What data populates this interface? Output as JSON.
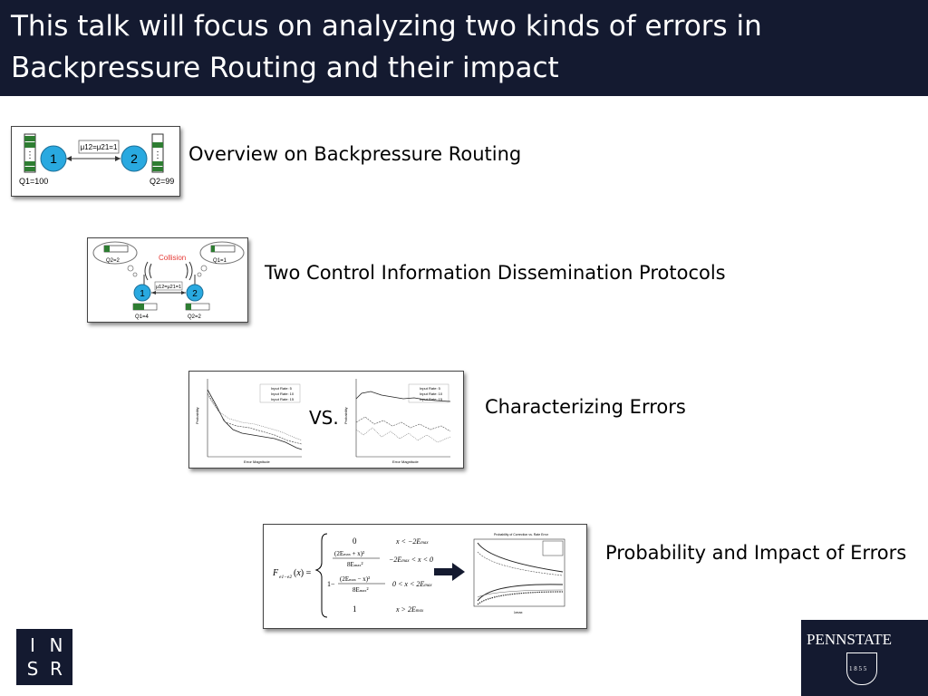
{
  "slide": {
    "title": "This talk will focus on analyzing two kinds of errors in Backpressure Routing and their impact",
    "items": [
      {
        "label": "Overview on Backpressure Routing"
      },
      {
        "label": "Two Control Information Dissemination Protocols"
      },
      {
        "label": "Characterizing Errors"
      },
      {
        "label": "Probability and Impact of Errors"
      }
    ]
  },
  "fig1": {
    "node1": "1",
    "node2": "2",
    "link": "μ12=μ21=1",
    "q1": "Q1=100",
    "q2": "Q2=99"
  },
  "fig2": {
    "node1": "1",
    "node2": "2",
    "collision": "Collision",
    "cloud_left": "Q2=2",
    "cloud_right": "Q1=1",
    "link": "μ12=μ21=1",
    "q1": "Q1=4",
    "q2": "Q2=2"
  },
  "fig3": {
    "vs": "VS.",
    "legend": [
      "Input Rate: 5",
      "Input Rate: 10",
      "Input Rate: 15"
    ],
    "xlabel": "Error Magnitude",
    "ylabel": "Probability"
  },
  "fig4": {
    "plot_title": "Probability of Correction vs. Rate Error",
    "xlabel": "λmax"
  },
  "logos": {
    "insr": [
      "I",
      "N",
      "S",
      "R"
    ],
    "pennstate": "PENNSTATE",
    "year": "1 8 5 5"
  },
  "colors": {
    "title_bg": "#141a30",
    "node_fill": "#29a9e0",
    "queue_green": "#2e7d32",
    "collision": "#e53935"
  }
}
